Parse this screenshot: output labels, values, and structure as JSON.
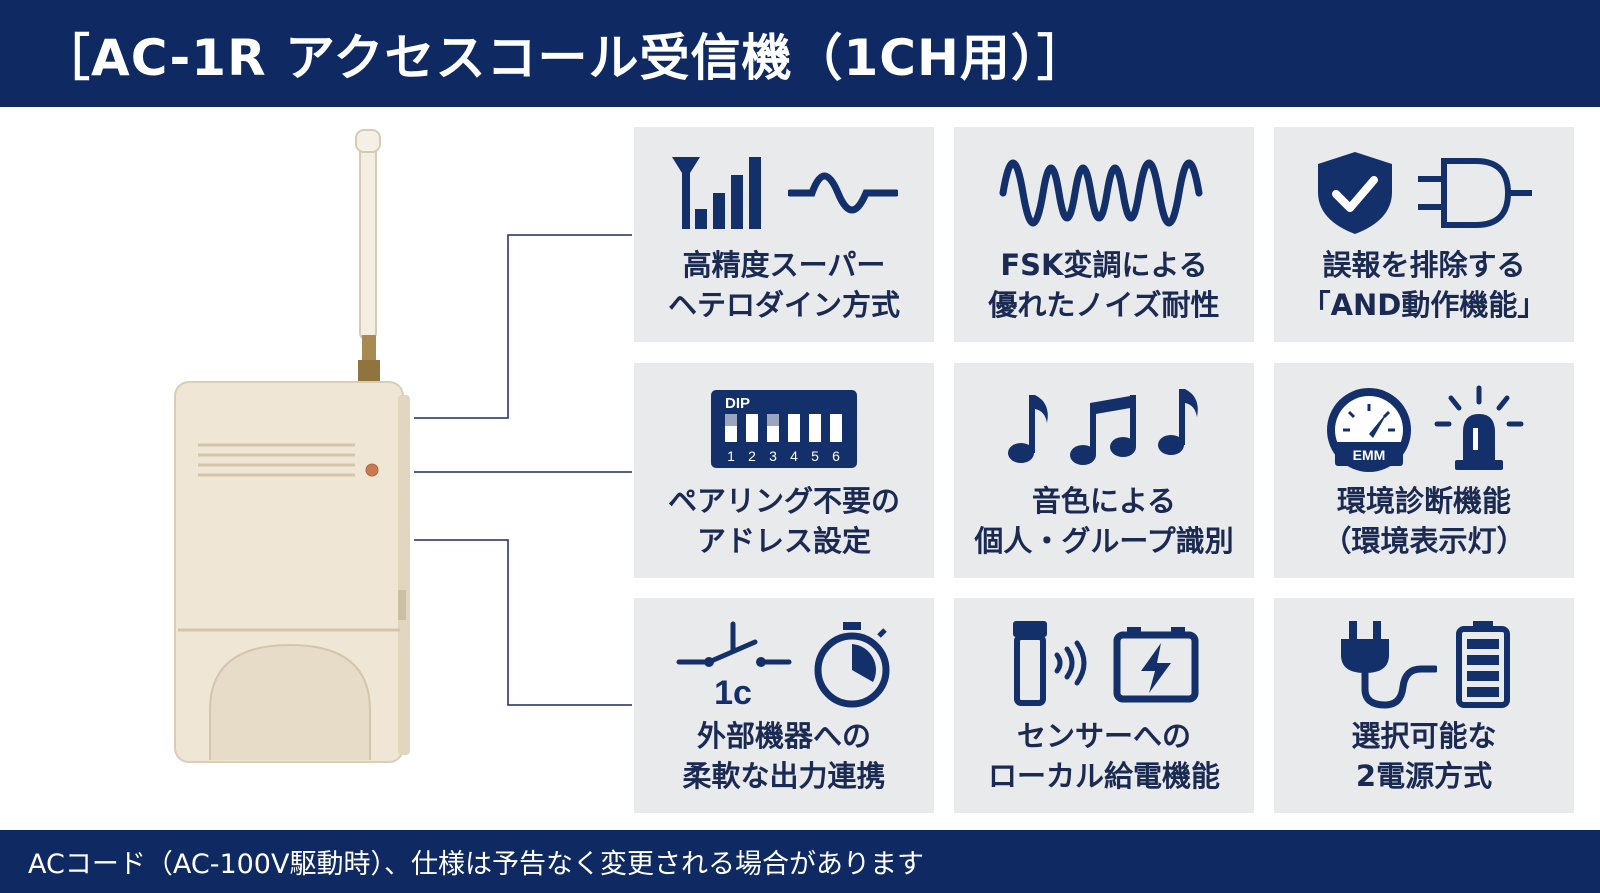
{
  "header": {
    "title": "［AC-1R アクセスコール受信機（1CH用）］"
  },
  "footer": {
    "note": "ACコード（AC-100V駆動時）、仕様は予告なく変更される場合があります"
  },
  "colors": {
    "navy": "#0f2a63",
    "card_bg": "#e9eaeb",
    "icon": "#13306b",
    "device_body": "#efe6d6"
  },
  "features": [
    {
      "line1": "高精度スーパー",
      "line2": "ヘテロダイン方式",
      "icons": [
        "signal-strength-icon",
        "sine-wave-icon"
      ]
    },
    {
      "line1": "FSK変調による",
      "line2": "優れたノイズ耐性",
      "icons": [
        "fsk-wave-icon"
      ]
    },
    {
      "line1": "誤報を排除する",
      "line2": "「AND動作機能」",
      "icons": [
        "shield-check-icon",
        "and-gate-icon"
      ]
    },
    {
      "line1": "ペアリング不要の",
      "line2": "アドレス設定",
      "icons": [
        "dip-switch-icon"
      ],
      "dip": {
        "label": "DIP",
        "numbers": [
          "1",
          "2",
          "3",
          "4",
          "5",
          "6"
        ]
      }
    },
    {
      "line1": "音色による",
      "line2": "個人・グループ識別",
      "icons": [
        "music-note-icon",
        "beamed-notes-icon",
        "music-note-icon"
      ]
    },
    {
      "line1": "環境診断機能",
      "line2": "（環境表示灯）",
      "icons": [
        "gauge-icon",
        "beacon-light-icon"
      ],
      "gauge_label": "EMM"
    },
    {
      "line1": "外部機器への",
      "line2": "柔軟な出力連携",
      "icons": [
        "relay-switch-icon",
        "stopwatch-icon"
      ],
      "relay_label": "1c"
    },
    {
      "line1": "センサーへの",
      "line2": "ローカル給電機能",
      "icons": [
        "sensor-icon",
        "battery-charging-icon"
      ]
    },
    {
      "line1": "選択可能な",
      "line2": "2電源方式",
      "icons": [
        "power-plug-icon",
        "battery-icon"
      ]
    }
  ]
}
